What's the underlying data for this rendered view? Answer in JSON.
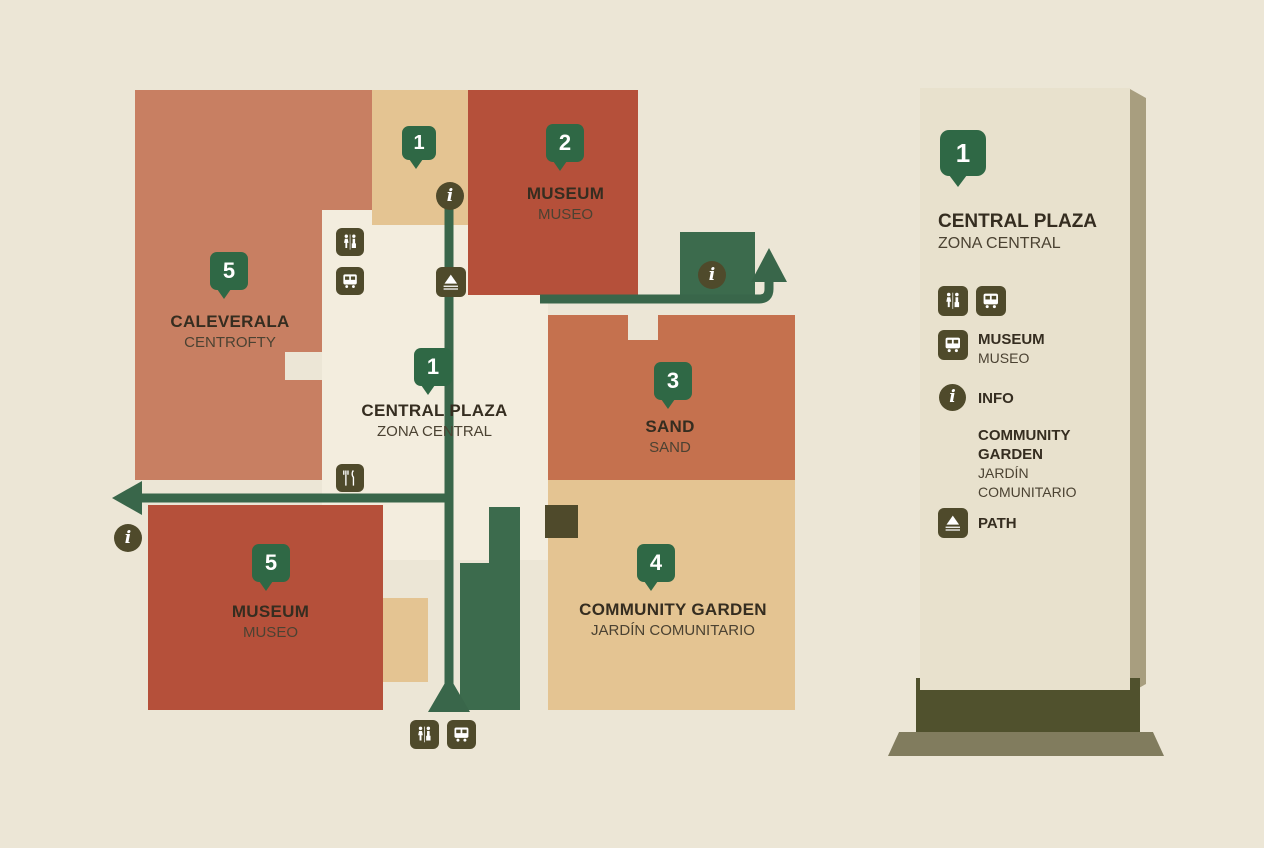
{
  "map": {
    "markers": {
      "top_tan": "1",
      "museum_top": "2",
      "plaza": "1",
      "sand": "3",
      "garden": "4",
      "district": "5",
      "museum_bottom": "5"
    },
    "labels": {
      "museum_top_line1": "MUSEUM",
      "museum_top_line2": "MUSEO",
      "plaza_line1": "CENTRAL PLAZA",
      "plaza_line2": "ZONA CENTRAL",
      "sand_line1": "SAND",
      "sand_line2": "SAND",
      "garden_line1": "COMMUNITY GARDEN",
      "garden_line2": "JARDÍN COMUNITARIO",
      "museum_bottom_line1": "MUSEUM",
      "museum_bottom_line2": "MUSEO",
      "district_line1": "CALEVERALA",
      "district_line2": "CENTROFTY"
    }
  },
  "signpost": {
    "marker": "1",
    "title": "CENTRAL PLAZA",
    "subtitle": "ZONA CENTRAL",
    "legend_museum_line1": "MUSEUM",
    "legend_museum_line2": "MUSEO",
    "legend_info": "INFO",
    "legend_garden_line1": "COMMUNITY",
    "legend_garden_line2": "GARDEN",
    "legend_garden_line3": "JARDÍN",
    "legend_garden_line4": "COMUNITARIO",
    "legend_path": "PATH"
  },
  "icons": {
    "info_glyph": "i",
    "restroom-icon": "two-figures",
    "bus-icon": "bus",
    "info-icon": "italic-i-circle",
    "utensils-icon": "fork-and-knife",
    "path-icon": "hatched-mound"
  },
  "colors": {
    "background": "#ece6d6",
    "marker_green": "#2f6845",
    "path_green": "#39664a",
    "olive": "#4f4a2b",
    "terracotta": "#b5503a",
    "salmon": "#c87f62",
    "sand_block": "#c5714e",
    "tan": "#e4c492",
    "plaza": "#f3edde",
    "sign_panel": "#e8e1cd"
  }
}
